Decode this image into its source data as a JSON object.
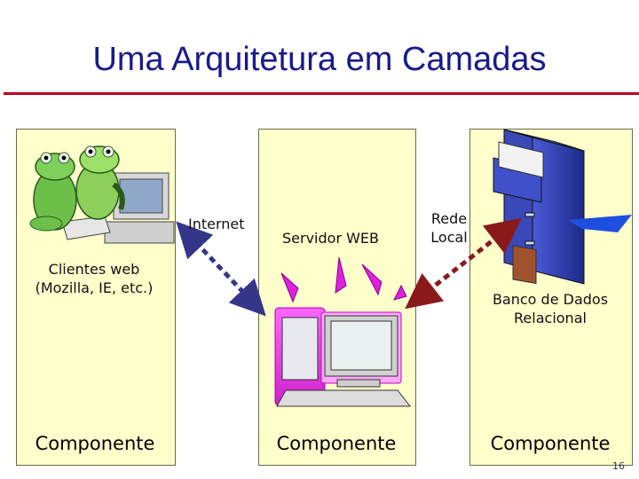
{
  "title": "Uma Arquitetura em Camadas",
  "labels": {
    "internet": "Internet",
    "servidor": "Servidor WEB",
    "rede_line1": "Rede",
    "rede_line2": "Local",
    "clientes_line1": "Clientes web",
    "clientes_line2": "(Mozilla, IE, etc.)",
    "banco_line1": "Banco de Dados",
    "banco_line2": "Relacional"
  },
  "components": [
    "Componente",
    "Componente",
    "Componente"
  ],
  "page_number": "16",
  "colors": {
    "title": "#1a1a8c",
    "rule": "#b8001c",
    "panel": "#ffffcc",
    "arrow_internet": "#353589",
    "arrow_rede": "#8a1a1a"
  }
}
